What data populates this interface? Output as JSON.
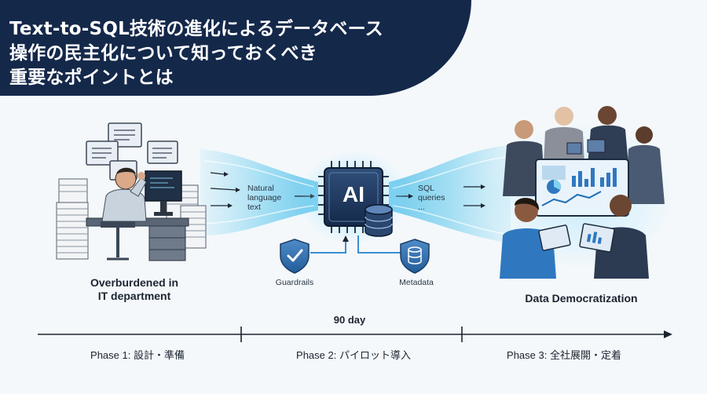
{
  "title": {
    "line1": "Text-to-SQL技術の進化によるデータベース",
    "line2": "操作の民主化について知っておくべき",
    "line3": "重要なポイントとは"
  },
  "left_caption": {
    "line1": "Overburdened in",
    "line2": "IT department"
  },
  "input_label": {
    "line1": "Natural",
    "line2": "language",
    "line3": "text"
  },
  "chip_label": "AI",
  "output_label": {
    "line1": "SQL",
    "line2": "queries",
    "line3": "..."
  },
  "guardrails_label": "Guardrails",
  "metadata_label": "Metadata",
  "right_caption": "Data Democratization",
  "timeline": {
    "duration": "90 day",
    "phases": [
      "Phase 1: 設計・準備",
      "Phase 2: パイロット導入",
      "Phase 3: 全社展開・定着"
    ]
  },
  "colors": {
    "banner": "#14284a",
    "accent": "#1f6fb5",
    "flow": "#7fd3f0",
    "background": "#f4f8fb"
  },
  "icons": [
    "shield-check-icon",
    "shield-database-icon",
    "ai-chip-icon",
    "database-icon",
    "arrow-right-icon"
  ]
}
